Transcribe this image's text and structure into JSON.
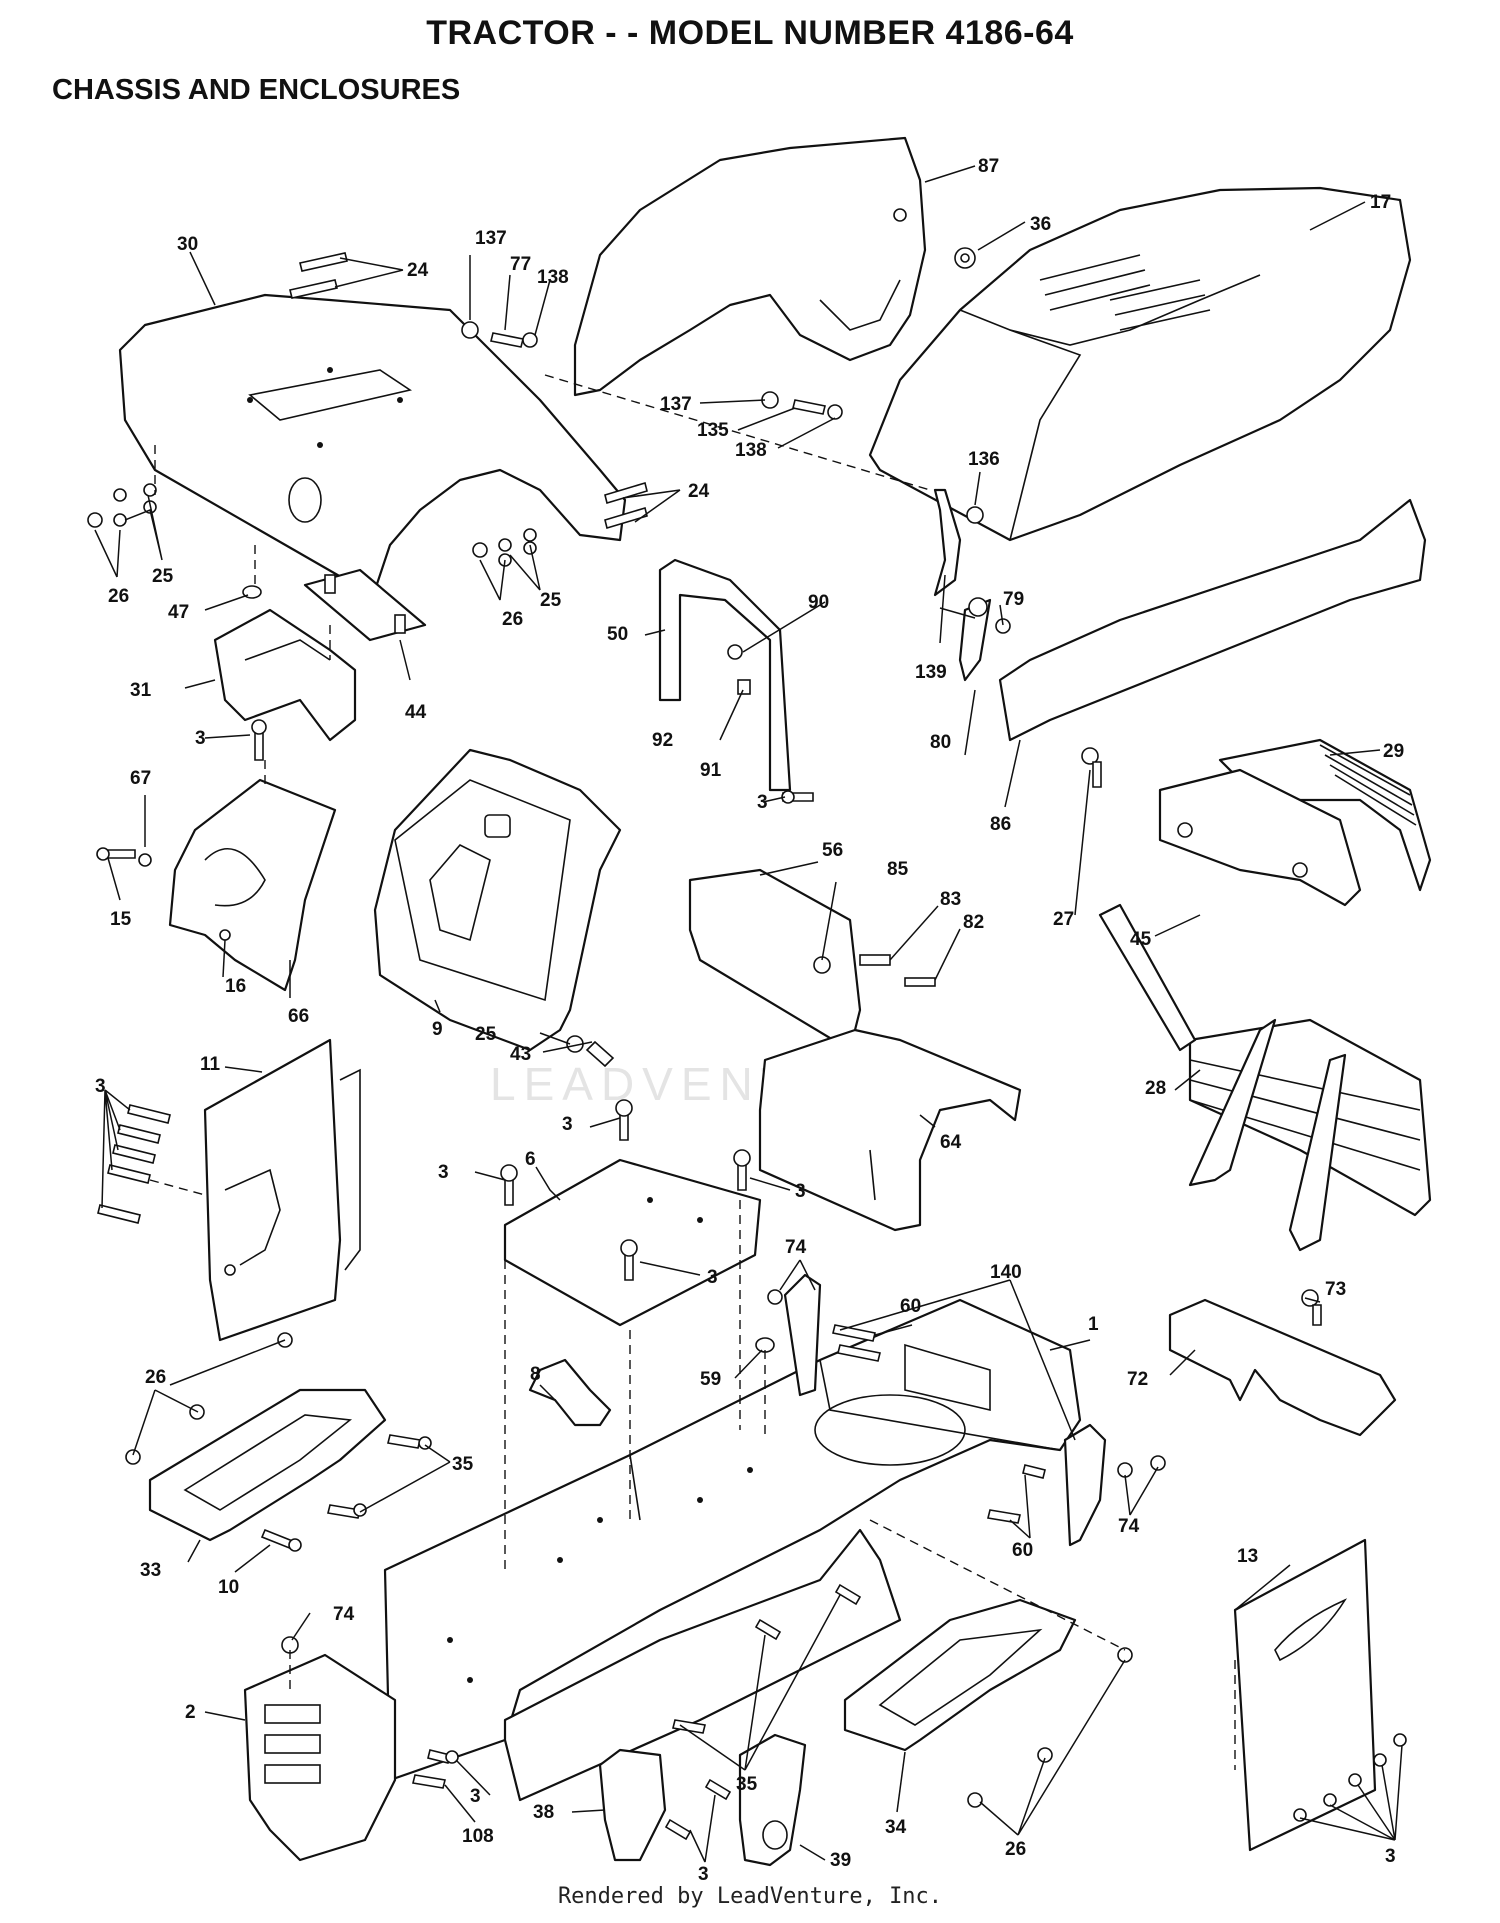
{
  "title": "TRACTOR - - MODEL NUMBER 4186-64",
  "subtitle": "CHASSIS AND ENCLOSURES",
  "watermark": "LEADVENTURE",
  "footer": "Rendered by LeadVenture, Inc.",
  "callouts": [
    {
      "id": "c87a",
      "label": "87"
    },
    {
      "id": "c17",
      "label": "17"
    },
    {
      "id": "c36",
      "label": "36"
    },
    {
      "id": "c30",
      "label": "30"
    },
    {
      "id": "c24a",
      "label": "24"
    },
    {
      "id": "c137a",
      "label": "137"
    },
    {
      "id": "c77",
      "label": "77"
    },
    {
      "id": "c138a",
      "label": "138"
    },
    {
      "id": "c137b",
      "label": "137"
    },
    {
      "id": "c135",
      "label": "135"
    },
    {
      "id": "c138b",
      "label": "138"
    },
    {
      "id": "c136",
      "label": "136"
    },
    {
      "id": "c24b",
      "label": "24"
    },
    {
      "id": "c25a",
      "label": "25"
    },
    {
      "id": "c26a",
      "label": "26"
    },
    {
      "id": "c26b",
      "label": "26"
    },
    {
      "id": "c25b",
      "label": "25"
    },
    {
      "id": "c47",
      "label": "47"
    },
    {
      "id": "c90",
      "label": "90"
    },
    {
      "id": "c79",
      "label": "79"
    },
    {
      "id": "c50",
      "label": "50"
    },
    {
      "id": "c139",
      "label": "139"
    },
    {
      "id": "c31",
      "label": "31"
    },
    {
      "id": "c44",
      "label": "44"
    },
    {
      "id": "c92",
      "label": "92"
    },
    {
      "id": "c80",
      "label": "80"
    },
    {
      "id": "c3a",
      "label": "3"
    },
    {
      "id": "c91",
      "label": "91"
    },
    {
      "id": "c67",
      "label": "67"
    },
    {
      "id": "c3b",
      "label": "3"
    },
    {
      "id": "c86",
      "label": "86"
    },
    {
      "id": "c29",
      "label": "29"
    },
    {
      "id": "c56",
      "label": "56"
    },
    {
      "id": "c85",
      "label": "85"
    },
    {
      "id": "c15",
      "label": "15"
    },
    {
      "id": "c83",
      "label": "83"
    },
    {
      "id": "c82",
      "label": "82"
    },
    {
      "id": "c27",
      "label": "27"
    },
    {
      "id": "c45",
      "label": "45"
    },
    {
      "id": "c16",
      "label": "16"
    },
    {
      "id": "c66",
      "label": "66"
    },
    {
      "id": "c25c",
      "label": "25"
    },
    {
      "id": "c9",
      "label": "9"
    },
    {
      "id": "c43",
      "label": "43"
    },
    {
      "id": "c11",
      "label": "11"
    },
    {
      "id": "c28",
      "label": "28"
    },
    {
      "id": "c3c",
      "label": "3"
    },
    {
      "id": "c3d",
      "label": "3"
    },
    {
      "id": "c64",
      "label": "64"
    },
    {
      "id": "c6",
      "label": "6"
    },
    {
      "id": "c3e",
      "label": "3"
    },
    {
      "id": "c3f",
      "label": "3"
    },
    {
      "id": "c74a",
      "label": "74"
    },
    {
      "id": "c3g",
      "label": "3"
    },
    {
      "id": "c140",
      "label": "140"
    },
    {
      "id": "c73",
      "label": "73"
    },
    {
      "id": "c60a",
      "label": "60"
    },
    {
      "id": "c1",
      "label": "1"
    },
    {
      "id": "c8",
      "label": "8"
    },
    {
      "id": "c26c",
      "label": "26"
    },
    {
      "id": "c59",
      "label": "59"
    },
    {
      "id": "c72",
      "label": "72"
    },
    {
      "id": "c35a",
      "label": "35"
    },
    {
      "id": "c74b",
      "label": "74"
    },
    {
      "id": "c60b",
      "label": "60"
    },
    {
      "id": "c33",
      "label": "33"
    },
    {
      "id": "c10",
      "label": "10"
    },
    {
      "id": "c13",
      "label": "13"
    },
    {
      "id": "c74c",
      "label": "74"
    },
    {
      "id": "c2",
      "label": "2"
    },
    {
      "id": "c35b",
      "label": "35"
    },
    {
      "id": "c3h",
      "label": "3"
    },
    {
      "id": "c38",
      "label": "38"
    },
    {
      "id": "c108",
      "label": "108"
    },
    {
      "id": "c34",
      "label": "34"
    },
    {
      "id": "c26d",
      "label": "26"
    },
    {
      "id": "c39",
      "label": "39"
    },
    {
      "id": "c3i",
      "label": "3"
    },
    {
      "id": "c3j",
      "label": "3"
    }
  ]
}
